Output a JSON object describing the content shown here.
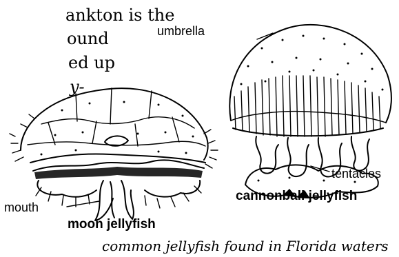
{
  "body_text": {
    "line1": "ankton is the",
    "line2": "ound",
    "line3": "ed up",
    "line4": "y-"
  },
  "labels": {
    "umbrella": "umbrella",
    "tentacles": "tentacles",
    "mouth": "mouth",
    "cannonball": "cannonball jellyfish",
    "moon": "moon jellyfish"
  },
  "caption": "common jellyfish found in Florida waters"
}
